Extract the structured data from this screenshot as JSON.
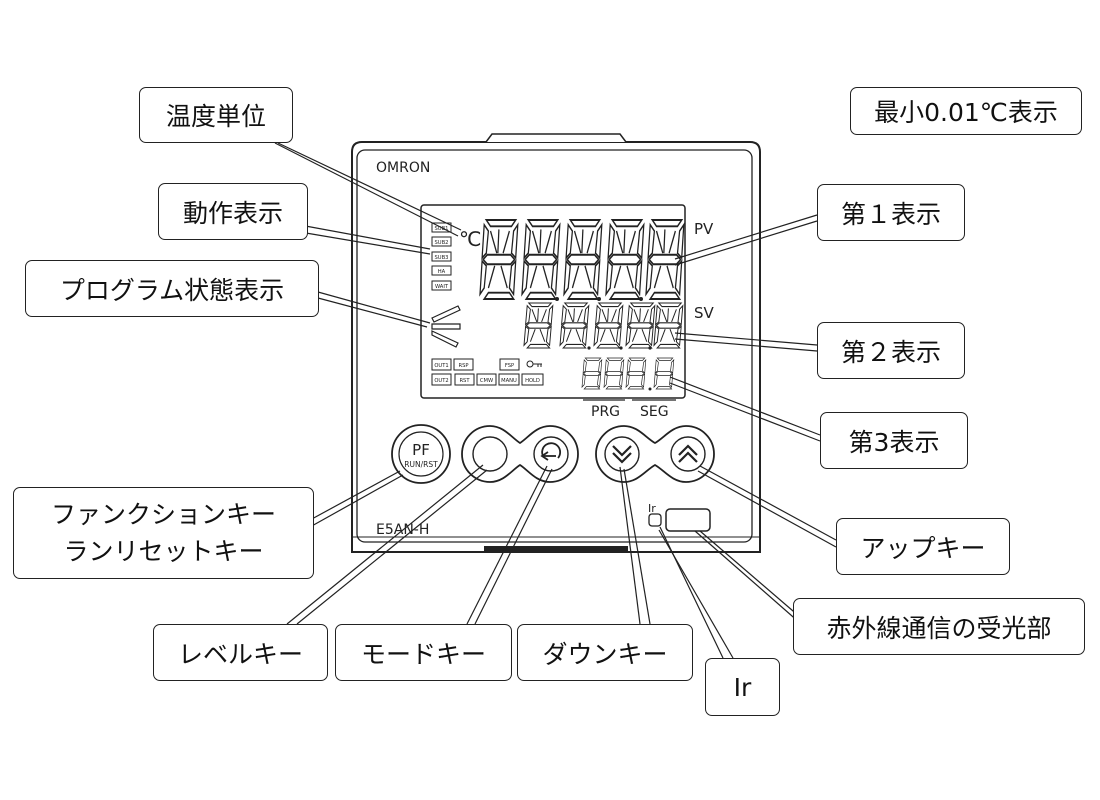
{
  "device": {
    "brand": "OMRON",
    "model": "E5AN-H",
    "pv_label": "PV",
    "sv_label": "SV",
    "prg_label": "PRG",
    "seg_label": "SEG",
    "pf_key_top": "PF",
    "pf_key_bottom": "RUN/RST",
    "ir_label": "Ir",
    "status_indicators": [
      "SUB1",
      "SUB2",
      "SUB3",
      "HA",
      "WAIT"
    ],
    "output_indicators_row1": [
      "OUT1",
      "RSP",
      "FSP"
    ],
    "output_indicators_row2": [
      "OUT2",
      "RST",
      "CMW",
      "MANU",
      "HOLD"
    ],
    "unit_symbol": "℃"
  },
  "callouts": {
    "temp_unit": "温度単位",
    "min_display": "最小0.01℃表示",
    "operation_display": "動作表示",
    "first_display": "第１表示",
    "program_state_display": "プログラム状態表示",
    "second_display": "第２表示",
    "third_display": "第3表示",
    "function_key_line1": "ファンクションキー",
    "function_key_line2": "ランリセットキー",
    "up_key": "アップキー",
    "ir_receiver": "赤外線通信の受光部",
    "level_key": "レベルキー",
    "mode_key": "モードキー",
    "down_key": "ダウンキー",
    "ir": "Ir"
  }
}
